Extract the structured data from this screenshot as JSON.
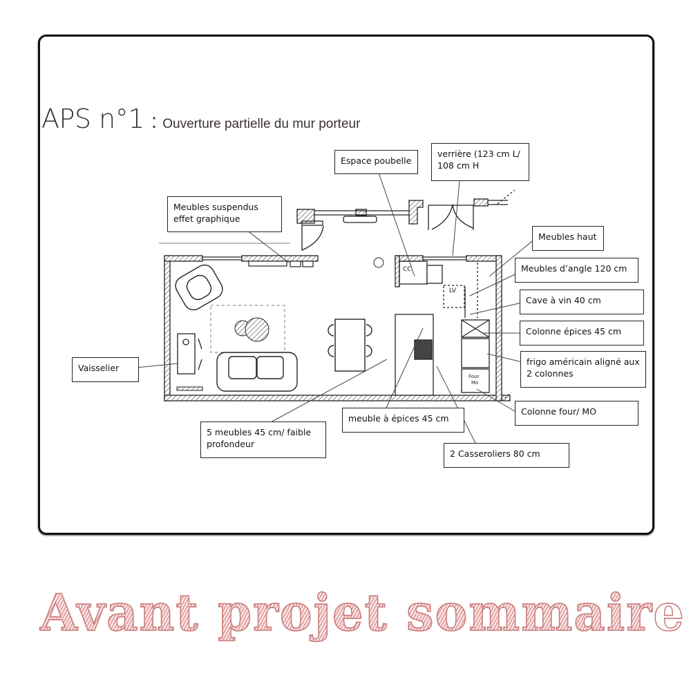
{
  "header": {
    "title_main": "APS n°1",
    "title_colon": ":",
    "title_subtitle": "Ouverture partielle du mur porteur"
  },
  "labels": {
    "espace_poubelle": "Espace poubelle",
    "verriere": "verrière (123 cm L/ 108 cm H",
    "meubles_suspendus": "Meubles suspendus effet graphique",
    "meubles_haut": "Meubles haut",
    "meubles_angle": "Meubles d’angle 120 cm",
    "cave_vin": "Cave à vin 40 cm",
    "colonne_epices": "Colonne épices 45 cm",
    "frigo": "frigo américain aligné aux 2 colonnes",
    "colonne_four": "Colonne four/ MO",
    "vaisselier": "Vaisselier",
    "cinq_meubles": "5 meubles 45 cm/ faible profondeur",
    "meuble_epices": "meuble à épices 45 cm",
    "casseroliers": "2 Casseroliers 80 cm"
  },
  "plan_marks": {
    "cc": "CC",
    "lv": "LV",
    "four": "Four",
    "mo": "Mo"
  },
  "footer": {
    "title": "Avant projet sommaire"
  },
  "colors": {
    "footer_stroke": "#c97a79",
    "footer_fill": "#e3a3a3",
    "title_text": "#3a3230"
  }
}
